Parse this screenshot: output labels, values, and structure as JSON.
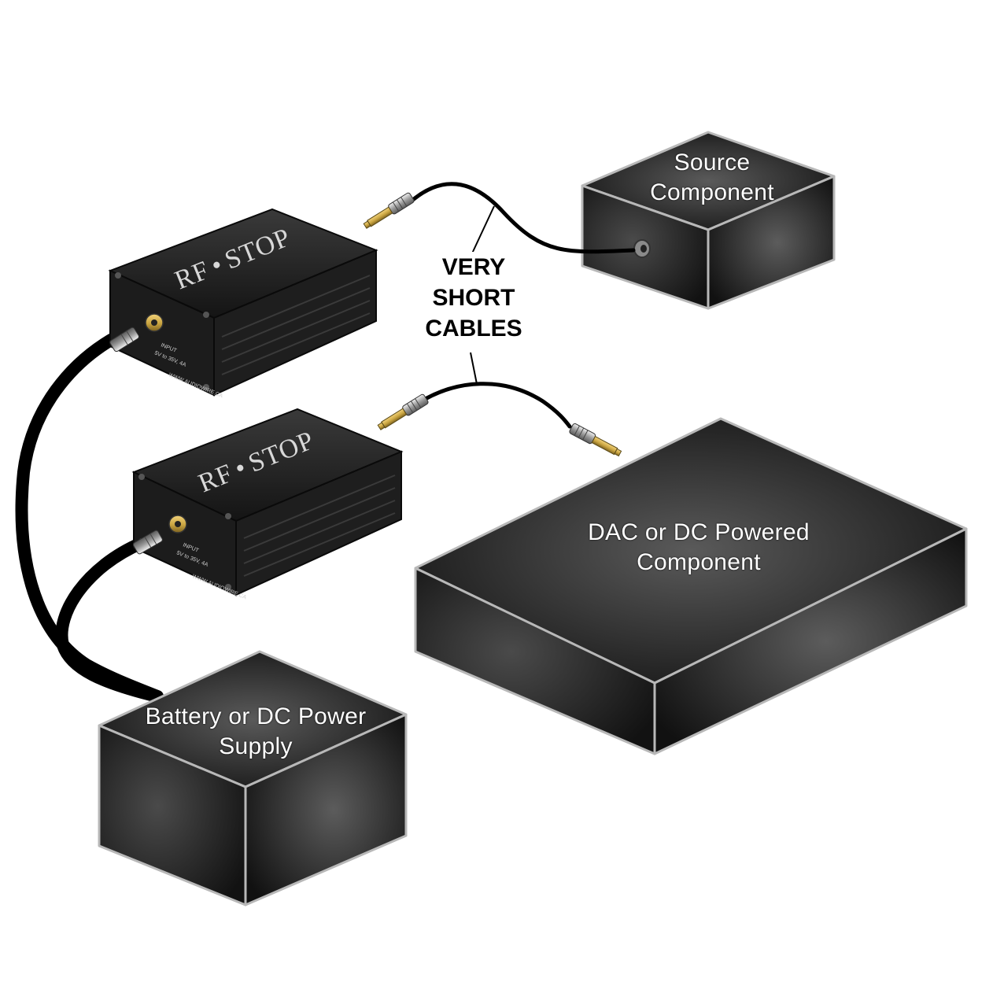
{
  "components": {
    "source": {
      "line1": "Source",
      "line2": "Component"
    },
    "dac": {
      "line1": "DAC or DC Powered",
      "line2": "Component"
    },
    "power": {
      "line1": "Battery or DC Power",
      "line2": "Supply"
    }
  },
  "cable_callout": {
    "line1": "VERY",
    "line2": "SHORT",
    "line3": "CABLES"
  },
  "filters": {
    "brand_left": "RF",
    "brand_right": "STOP",
    "port_label": "INPUT",
    "port_spec": "5V to 35V, 4A",
    "website": "WWW.AUDIOWIRE.CA"
  },
  "colors": {
    "box_face": "#2a2a2a",
    "box_edge": "#b8b8b8",
    "cable": "#000000",
    "plug": "#c9a440"
  }
}
